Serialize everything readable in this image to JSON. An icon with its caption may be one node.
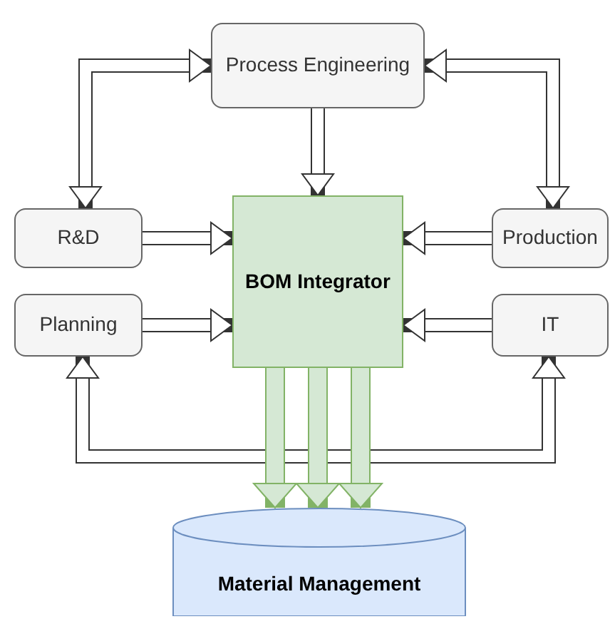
{
  "diagram": {
    "nodes": [
      {
        "text": [
          "Process Engineering"
        ]
      },
      {
        "text": [
          "R&D"
        ]
      },
      {
        "text": [
          "BOM Integrator"
        ]
      },
      {
        "text": [
          "Production"
        ]
      },
      {
        "text": [
          "Planning"
        ]
      },
      {
        "text": [
          "IT"
        ]
      },
      {
        "text": [
          "Material Management"
        ]
      }
    ],
    "edges": [
      {
        "from": 0,
        "to": 2,
        "arrow": "to"
      },
      {
        "from": 1,
        "to": 2,
        "arrow": "to"
      },
      {
        "from": 3,
        "to": 2,
        "arrow": "to"
      },
      {
        "from": 4,
        "to": 2,
        "arrow": "to"
      },
      {
        "from": 5,
        "to": 2,
        "arrow": "to"
      },
      {
        "from": 0,
        "to": 1,
        "arrow": "both"
      },
      {
        "from": 0,
        "to": 3,
        "arrow": "both"
      },
      {
        "from": 4,
        "to": 5,
        "arrow": "both"
      },
      {
        "from": 2,
        "to": 6,
        "arrow": "to",
        "color": "#82b366"
      },
      {
        "from": 2,
        "to": 6,
        "arrow": "to",
        "color": "#82b366"
      },
      {
        "from": 2,
        "to": 6,
        "arrow": "to",
        "color": "#82b366"
      }
    ]
  }
}
